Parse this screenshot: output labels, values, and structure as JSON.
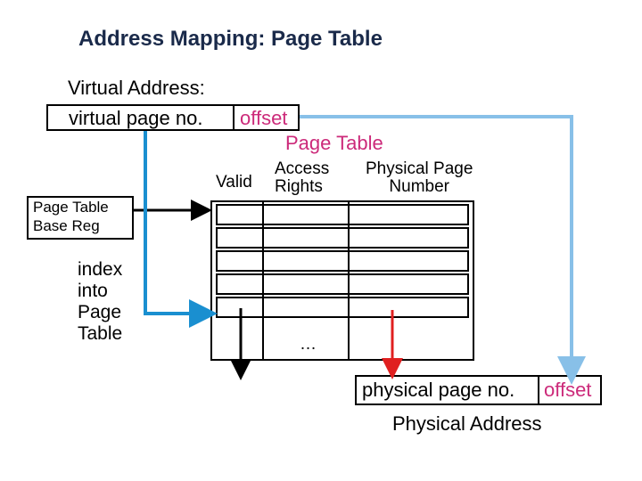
{
  "title": "Address Mapping: Page Table",
  "virtual_address": {
    "label": "Virtual Address:",
    "page_no": "virtual page no.",
    "offset": "offset"
  },
  "page_table": {
    "title": "Page Table",
    "col_valid": "Valid",
    "col_access_1": "Access",
    "col_access_2": "Rights",
    "col_ppn_1": "Physical Page",
    "col_ppn_2": "Number",
    "ellipsis": "…"
  },
  "page_table_base_reg": {
    "line1": "Page Table",
    "line2": "Base Reg"
  },
  "index_label": {
    "line1": "index",
    "line2": "into",
    "line3": "Page",
    "line4": "Table"
  },
  "physical_address": {
    "page_no": "physical page no.",
    "offset": "offset",
    "label": "Physical Address"
  },
  "colors": {
    "accent_pink": "#cc2a7a",
    "arrow_blue": "#88c0e8",
    "arrow_teal": "#1a8fd0",
    "arrow_red": "#e02020"
  }
}
